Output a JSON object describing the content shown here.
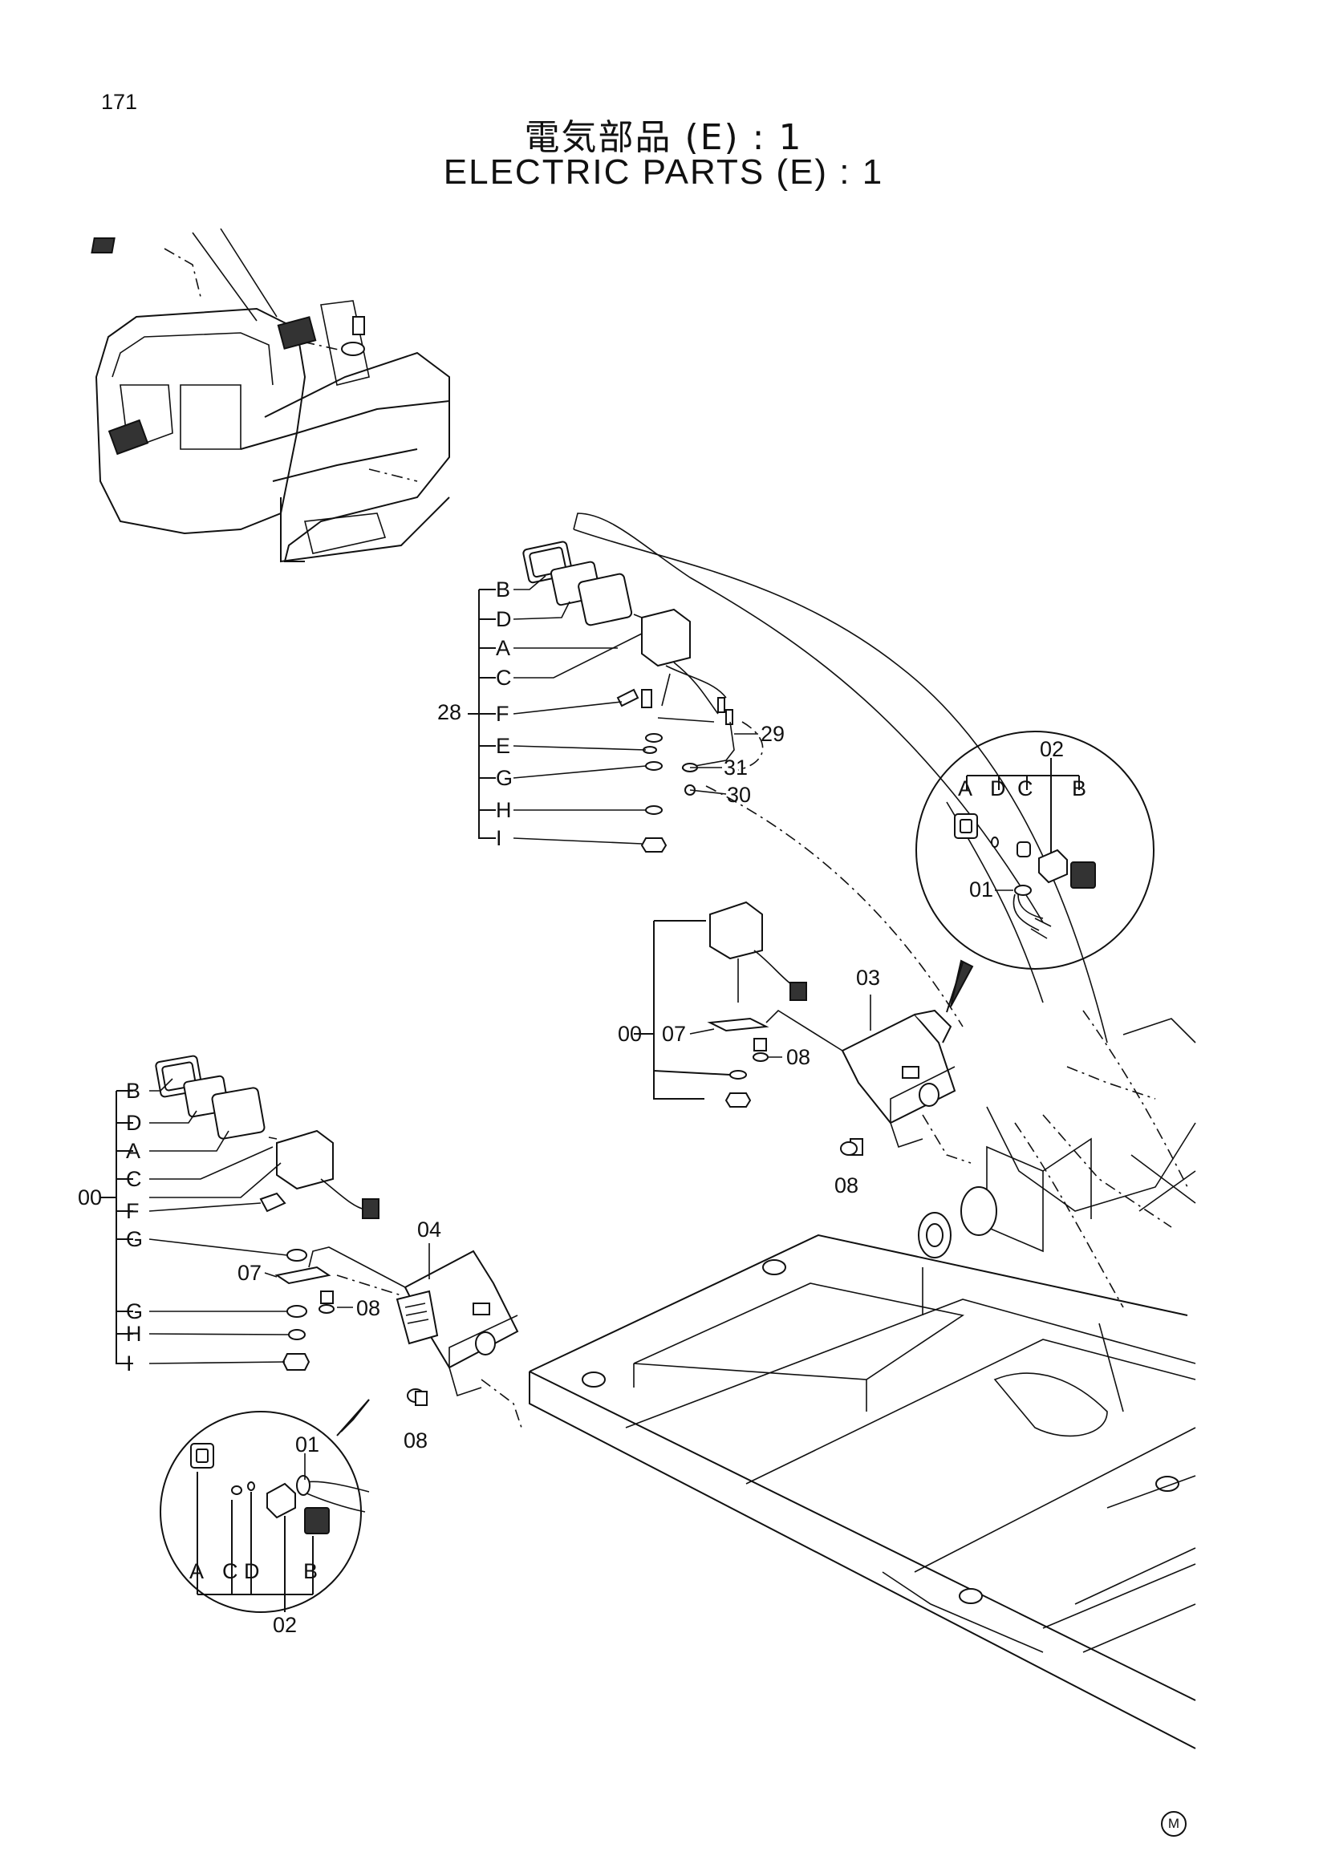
{
  "page": {
    "number": "171",
    "title_jp": "電気部品 (E) : 1",
    "title_en": "ELECTRIC PARTS (E) : 1",
    "mark": "M"
  },
  "upper_assembly": {
    "group": "28",
    "items": [
      "B",
      "D",
      "A",
      "C",
      "F",
      "E",
      "G",
      "H",
      "I"
    ],
    "callouts": [
      "29",
      "31",
      "30"
    ]
  },
  "right_assembly": {
    "group": "00",
    "bracket": "07",
    "bolt": "08",
    "cover": "03",
    "bolt_lower": "08",
    "detail": {
      "top": "02",
      "letters": [
        "A",
        "D",
        "C",
        "B"
      ],
      "wire": "01"
    }
  },
  "left_assembly": {
    "group": "00",
    "items": [
      "B",
      "D",
      "A",
      "C",
      "F",
      "G",
      "G",
      "H",
      "I"
    ],
    "bracket": "07",
    "bolt": "08",
    "cover": "04",
    "bolt_lower": "08",
    "detail": {
      "wire": "01",
      "letters": [
        "A",
        "C",
        "D",
        "B"
      ],
      "bottom": "02"
    }
  }
}
